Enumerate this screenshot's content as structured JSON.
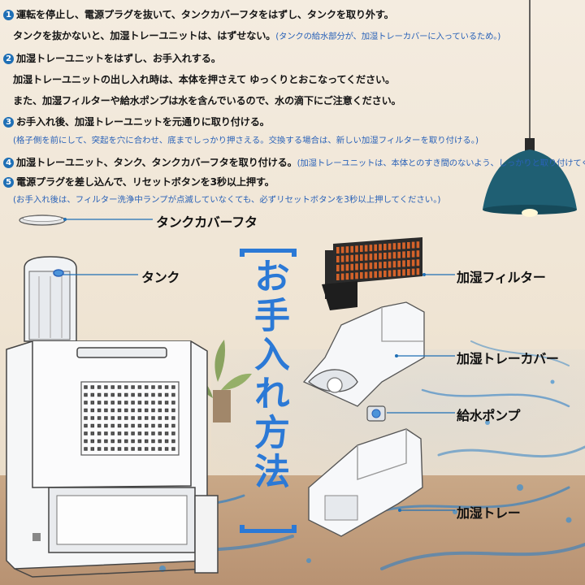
{
  "instructions": [
    {
      "num": "1",
      "text": "運転を停止し、電源プラグを抜いて、タンクカバーフタをはずし、タンクを取り外す。"
    },
    {
      "text": "タンクを抜かないと、加湿トレーユニットは、はずせない。",
      "note": "(タンクの給水部分が、加湿トレーカバーに入っているため。)"
    },
    {
      "num": "2",
      "text": "加湿トレーユニットをはずし、お手入れする。"
    },
    {
      "text": "加湿トレーユニットの出し入れ時は、本体を押さえて ゆっくりとおこなってください。"
    },
    {
      "text": "また、加湿フィルターや給水ポンプは水を含んでいるので、水の滴下にご注意ください。"
    },
    {
      "num": "3",
      "text": "お手入れ後、加湿トレーユニットを元通りに取り付ける。"
    },
    {
      "note": "(格子側を前にして、突起を穴に合わせ、底までしっかり押さえる。交換する場合は、新しい加湿フィルターを取り付ける。)"
    },
    {
      "num": "4",
      "text": "加湿トレーユニット、タンク、タンクカバーフタを取り付ける。",
      "note": "(加湿トレーユニットは、本体とのすき間のないよう、しっかりと取り付けてください。)"
    },
    {
      "num": "5",
      "text": "電源プラグを差し込んで、リセットボタンを3秒以上押す。"
    },
    {
      "note": "(お手入れ後は、フィルター洗浄中ランプが点滅していなくても、必ずリセットボタンを3秒以上押してください。)"
    }
  ],
  "parts": {
    "tank_cover_lid": "タンクカバーフタ",
    "tank": "タンク",
    "humidifier_filter": "加湿フィルター",
    "humidifier_tray_cover": "加湿トレーカバー",
    "water_pump": "給水ポンプ",
    "humidifier_tray": "加湿トレー"
  },
  "vertical_title": "お手入れ方法",
  "colors": {
    "accent_blue": "#2b79d6",
    "note_blue": "#2a62b8",
    "lamp_teal": "#1f5f73",
    "filter_orange": "#d4622a"
  }
}
